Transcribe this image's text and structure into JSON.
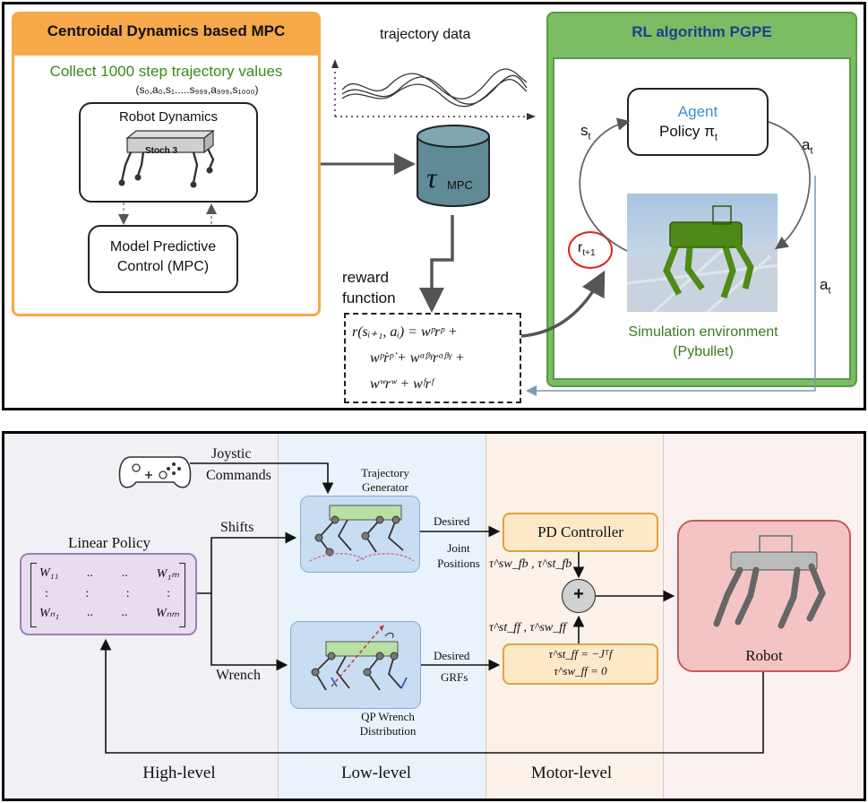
{
  "top": {
    "mpc_title": "Centroidal Dynamics based MPC",
    "collect_text": "Collect 1000 step trajectory values",
    "tuple_text": "(s₀,a₀,s₁.....s₉₉₉,a₉₉₉,s₁₀₀₀)",
    "robot_dynamics": "Robot Dynamics",
    "robot_name": "Stoch 3",
    "mpc_line1": "Model Predictive",
    "mpc_line2": "Control (MPC)",
    "trajectory_data": "trajectory data",
    "tau_symbol": "τ",
    "tau_sub": "MPC",
    "reward_line1": "reward",
    "reward_line2": "function",
    "eq_line1": "r(sᵢ₊₁, aᵢ) = wᵖrᵖ +",
    "eq_line2": "wᵖ̇rᵖ̇ + wᵅᵝᵞrᵅᵝᵞ +",
    "eq_line3": "wʷrʷ + wᶠrᶠ",
    "rl_title": "RL algorithm PGPE",
    "agent": "Agent",
    "policy": "Policy π",
    "policy_sub": "t",
    "s_t": "s",
    "s_t_sub": "t",
    "a_t": "a",
    "a_t_sub": "t",
    "a_t2": "a",
    "a_t2_sub": "t",
    "r_t1": "r",
    "r_t1_sub": "t+1",
    "sim_line1": "Simulation environment",
    "sim_line2": "(Pybullet)",
    "colors": {
      "mpc_orange": "#f7a84a",
      "rl_green": "#6fb15a",
      "agent_blue": "#3a8fd6",
      "sim_green": "#3c7a1f",
      "rl_title_blue": "#1f3f8f"
    }
  },
  "bottom": {
    "joystick_line1": "Joystic",
    "joystick_line2": "Commands",
    "traj_gen_line1": "Trajectory",
    "traj_gen_line2": "Generator",
    "shifts": "Shifts",
    "wrench": "Wrench",
    "linear_policy": "Linear Policy",
    "matrix_row1": [
      "W₁₁",
      "..",
      "..",
      "W₁ₘ"
    ],
    "matrix_row2": [
      ":",
      ":",
      ":",
      ":"
    ],
    "matrix_row3": [
      "Wₙ₁",
      "..",
      "..",
      "Wₙₘ"
    ],
    "desired1": "Desired",
    "joint_positions_1": "Joint",
    "joint_positions_2": "Positions",
    "desired2": "Desired",
    "grfs": "GRFs",
    "pd_controller": "PD Controller",
    "tau_fb": "τ^sw_fb , τ^st_fb",
    "tau_ff": "τ^st_ff , τ^sw_ff",
    "ff_eq1": "τ^st_ff = −Jᵀf",
    "ff_eq2": "τ^sw_ff = 0",
    "plus": "+",
    "robot": "Robot",
    "qp_line1": "QP Wrench",
    "qp_line2": "Distribution",
    "high_level": "High-level",
    "low_level": "Low-level",
    "motor_level": "Motor-level"
  }
}
